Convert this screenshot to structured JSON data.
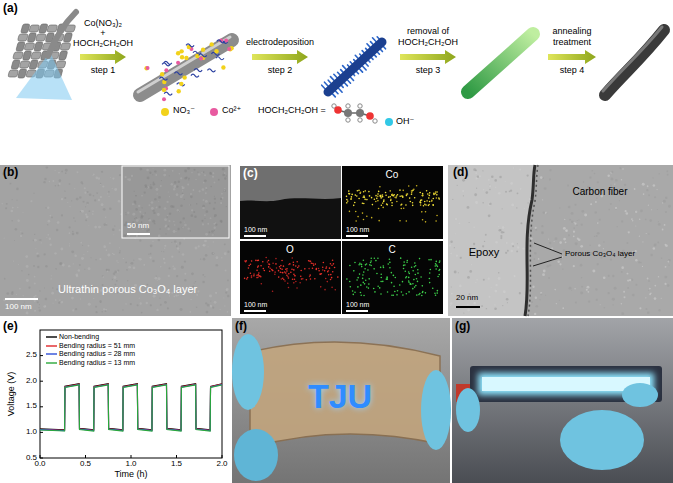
{
  "diagram": {
    "labels": [
      "(a)",
      "Co(NO₃)₂",
      "+",
      "HOCH₂CH₂OH",
      "step 1",
      "electrodeposition",
      "step 2",
      "removal of",
      "HOCH₂CH₂OH",
      "step 3",
      "annealing",
      "treatment",
      "step 4",
      "NO₃⁻",
      "Co²⁺",
      "HOCH₂CH₂OH =",
      "OH⁻",
      "(b)",
      "50 nm",
      "Ultrathin porous Co₃O₄ layer",
      "100 nm",
      "(c)",
      "100 nm",
      "Co",
      "100 nm",
      "O",
      "100 nm",
      "C",
      "100 nm",
      "(d)",
      "Carbon fiber",
      "Epoxy",
      "Porous Co₃O₄ layer",
      "20 nm",
      "(e)",
      "Voltage (V)",
      "Time (h)",
      "2.5",
      "2.0",
      "1.5",
      "1.0",
      "0.5",
      "0.0",
      "0.5",
      "1.0",
      "1.5",
      "2.0",
      "(f)",
      "TJU",
      "(g)"
    ],
    "legend": [
      {
        "text": "Non-bending"
      },
      {
        "text": "Bending radius = 51 mm"
      },
      {
        "text": "Bending radius = 28 mm"
      },
      {
        "text": "Bending radius = 13 mm"
      }
    ]
  }
}
